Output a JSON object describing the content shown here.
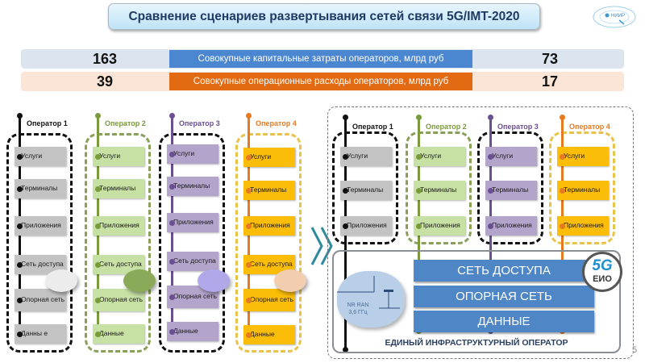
{
  "title": "Сравнение сценариев развертывания  сетей связи 5G/IMT-2020",
  "logo": {
    "icon": "niir-logo-icon",
    "text": "НИИР"
  },
  "stats": [
    {
      "left_value": "163",
      "label": "Совокупные капитальные затраты операторов, млрд руб",
      "right_value": "73",
      "row_color": "#dce4ef",
      "label_color": "#4b86d0"
    },
    {
      "left_value": "39",
      "label": "Совокупные операционные расходы операторов, млрд руб",
      "right_value": "17",
      "row_color": "#fbe5d6",
      "label_color": "#e26a12"
    }
  ],
  "left_scenario": {
    "operators": [
      {
        "name": "Оператор 1",
        "color": "#111111",
        "fill": "#c3c3c3",
        "layers": [
          "Услуги",
          "Терминалы",
          "Приложения",
          "Сеть доступа",
          "Опорная сеть",
          "Данны е"
        ]
      },
      {
        "name": "Оператор 2",
        "color": "#7a9a3c",
        "fill": "#c7e0a4",
        "layers": [
          "Услуги",
          "Терминалы",
          "Приложения",
          "Сеть доступа",
          "Опорная сеть",
          "Данные"
        ]
      },
      {
        "name": "Оператор 3",
        "color": "#6a4f91",
        "fill": "#b3a4cc",
        "layers": [
          "Услуги",
          "Терминалы",
          "Приложения",
          "Сеть доступа",
          "Опорная сеть",
          "Данные"
        ]
      },
      {
        "name": "Оператор 4",
        "color": "#e67a22",
        "fill": "#fbbd08",
        "layers": [
          "Услуги",
          "Терминалы",
          "Приложения",
          "Сеть доступа",
          "Опорная сеть",
          "Данные"
        ]
      }
    ]
  },
  "right_scenario": {
    "operators": [
      {
        "name": "Оператор 1",
        "layers": [
          "Услуги",
          "Терминалы",
          "Приложения"
        ]
      },
      {
        "name": "Оператор 2",
        "layers": [
          "Услуги",
          "Терминалы",
          "Приложения"
        ]
      },
      {
        "name": "Оператор 3",
        "layers": [
          "Услуги",
          "Терминалы",
          "Приложения"
        ]
      },
      {
        "name": "Оператор 4",
        "layers": [
          "Услуги",
          "Терминалы",
          "Приложения"
        ]
      }
    ],
    "shared_layers": [
      "СЕТЬ ДОСТУПА",
      "ОПОРНАЯ СЕТЬ",
      "ДАННЫЕ"
    ],
    "cloud_text": [
      "NR RAN",
      "3,6 ГГц"
    ],
    "badge": {
      "top": "5G",
      "bottom": "ЕИО"
    },
    "infra_label": "ЕДИНЫЙ ИНФРАСТРУКТУРНЫЙ ОПЕРАТОР"
  },
  "page_number": "5"
}
